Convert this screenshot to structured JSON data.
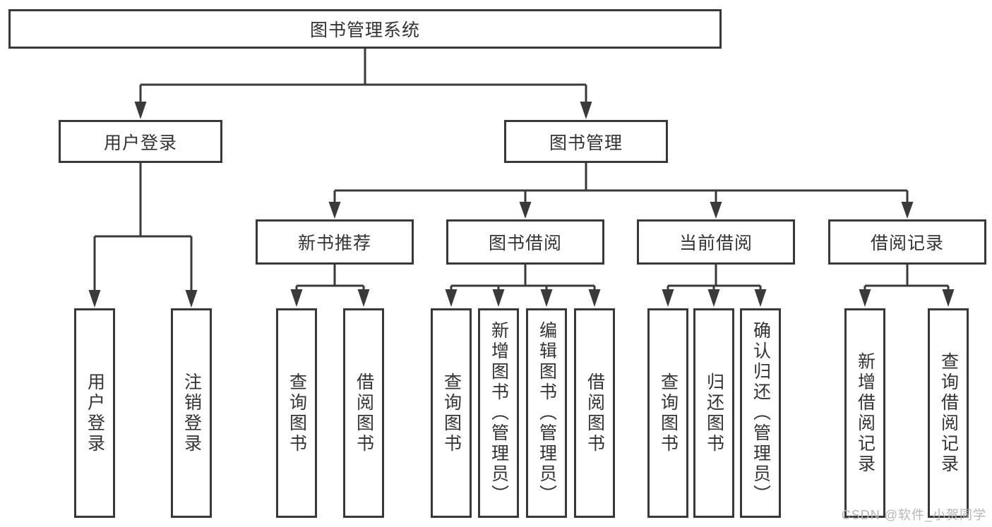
{
  "diagram": {
    "nodes": {
      "root": "图书管理系统",
      "user_login": "用户登录",
      "book_mgmt": "图书管理",
      "new_book_rec": "新书推荐",
      "book_borrow": "图书借阅",
      "current_borrow": "当前借阅",
      "borrow_records": "借阅记录",
      "leaves_user": [
        "用户登录",
        "注销登录"
      ],
      "leaves_new_book": [
        "查询图书",
        "借阅图书"
      ],
      "leaves_book_borrow": [
        "查询图书",
        "新增图书（管理员）",
        "编辑图书（管理员）",
        "借阅图书"
      ],
      "leaves_current": [
        "查询图书",
        "归还图书",
        "确认归还（管理员）"
      ],
      "leaves_records": [
        "新增借阅记录",
        "查询借阅记录"
      ]
    },
    "watermark": "CSDN @软件_小贺同学",
    "colors": {
      "line": "#3a3a3a",
      "box_border": "#383838",
      "text": "#333333",
      "watermark": "#b5b5b5",
      "background": "#ffffff"
    }
  }
}
